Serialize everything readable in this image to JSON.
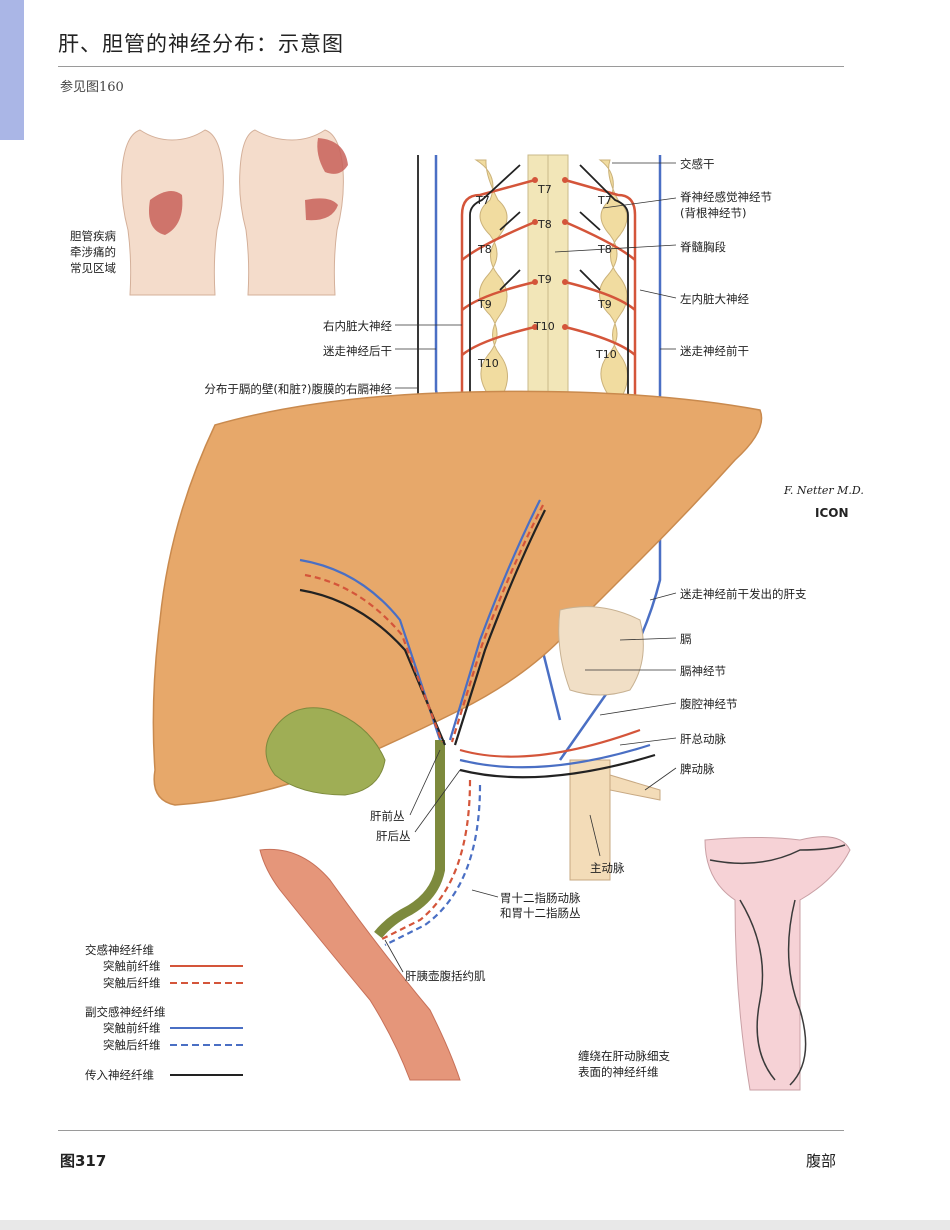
{
  "header": {
    "title": "肝、胆管的神经分布：示意图",
    "reference": "参见图160"
  },
  "pain_area_note": [
    "胆管疾病",
    "牵涉痛的",
    "常见区域"
  ],
  "spinal_levels": [
    "T7",
    "T8",
    "T9",
    "T10"
  ],
  "labels_right": {
    "sympathetic_trunk": "交感干",
    "spinal_ganglion_1": "脊神经感觉神经节",
    "spinal_ganglion_2": "(背根神经节)",
    "thoracic_cord": "脊髓胸段",
    "left_splanchnic": "左内脏大神经",
    "anterior_vagal": "迷走神经前干",
    "hepatic_branch": "迷走神经前干发出的肝支",
    "diaphragm": "膈",
    "phrenic_ganglion": "膈神经节",
    "celiac_ganglion": "腹腔神经节",
    "common_hepatic_artery": "肝总动脉",
    "splenic_artery": "脾动脉",
    "aorta": "主动脉"
  },
  "labels_left": {
    "right_splanchnic": "右内脏大神经",
    "posterior_vagal": "迷走神经后干",
    "right_phrenic": "分布于膈的壁(和脏?)腹膜的右膈神经",
    "anterior_plexus": "肝前丛",
    "posterior_plexus": "肝后丛",
    "gastroduodenal_1": "胃十二指肠动脉",
    "gastroduodenal_2": "和胃十二指肠丛",
    "sphincter": "肝胰壶腹括约肌"
  },
  "inset_caption": [
    "缠绕在肝动脉细支",
    "表面的神经纤维"
  ],
  "legend": {
    "sympathetic_title": "交感神经纤维",
    "parasympathetic_title": "副交感神经纤维",
    "pre_label": "突触前纤维",
    "post_label": "突触后纤维",
    "afferent_label": "传入神经纤维"
  },
  "footer": {
    "figure": "图317",
    "section": "腹部"
  },
  "signature": "F. Netter M.D.",
  "logo": "ICON",
  "colors": {
    "sympathetic": "#d4553a",
    "parasympathetic": "#4a6fc4",
    "afferent": "#222222",
    "liver": "#e7a86a",
    "gallbladder": "#9fae55"
  }
}
